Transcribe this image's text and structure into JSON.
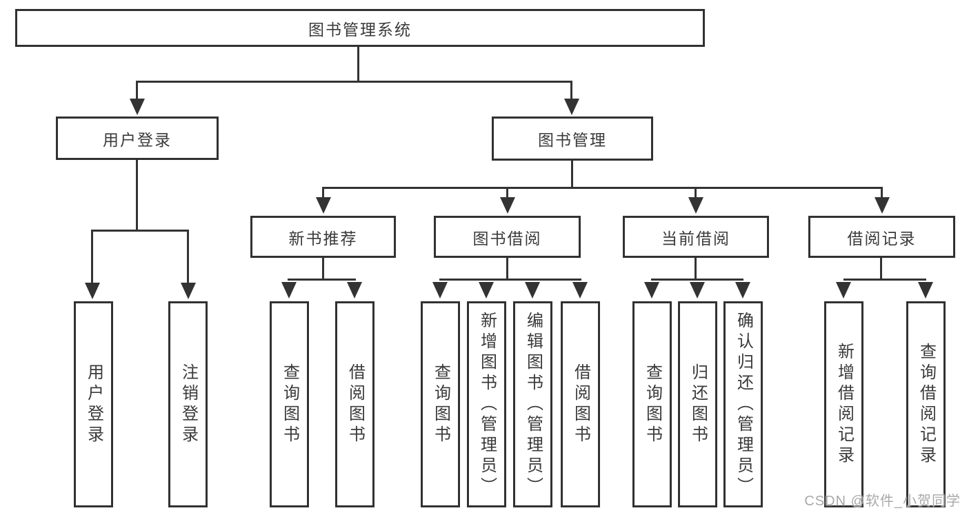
{
  "diagram": {
    "root": {
      "label": "图书管理系统"
    },
    "level2": [
      {
        "label": "用户登录"
      },
      {
        "label": "图书管理"
      }
    ],
    "level3": [
      {
        "label": "新书推荐"
      },
      {
        "label": "图书借阅"
      },
      {
        "label": "当前借阅"
      },
      {
        "label": "借阅记录"
      }
    ],
    "leaves": {
      "user_login": [
        {
          "label": "用户登录"
        },
        {
          "label": "注销登录"
        }
      ],
      "new_book": [
        {
          "label": "查询图书"
        },
        {
          "label": "借阅图书"
        }
      ],
      "book_borrow": [
        {
          "label": "查询图书"
        },
        {
          "label": "新增图书（管理员）"
        },
        {
          "label": "编辑图书（管理员）"
        },
        {
          "label": "借阅图书"
        }
      ],
      "current_borrow": [
        {
          "label": "查询图书"
        },
        {
          "label": "归还图书"
        },
        {
          "label": "确认归还（管理员）"
        }
      ],
      "borrow_records": [
        {
          "label": "新增借阅记录"
        },
        {
          "label": "查询借阅记录"
        }
      ]
    }
  },
  "watermark": {
    "text": "CSDN @软件_小贺同学",
    "color": "#a9a9a9"
  },
  "colors": {
    "line": "#333333",
    "box_border": "#313131",
    "text": "#3a3a3a",
    "background": "#ffffff"
  }
}
